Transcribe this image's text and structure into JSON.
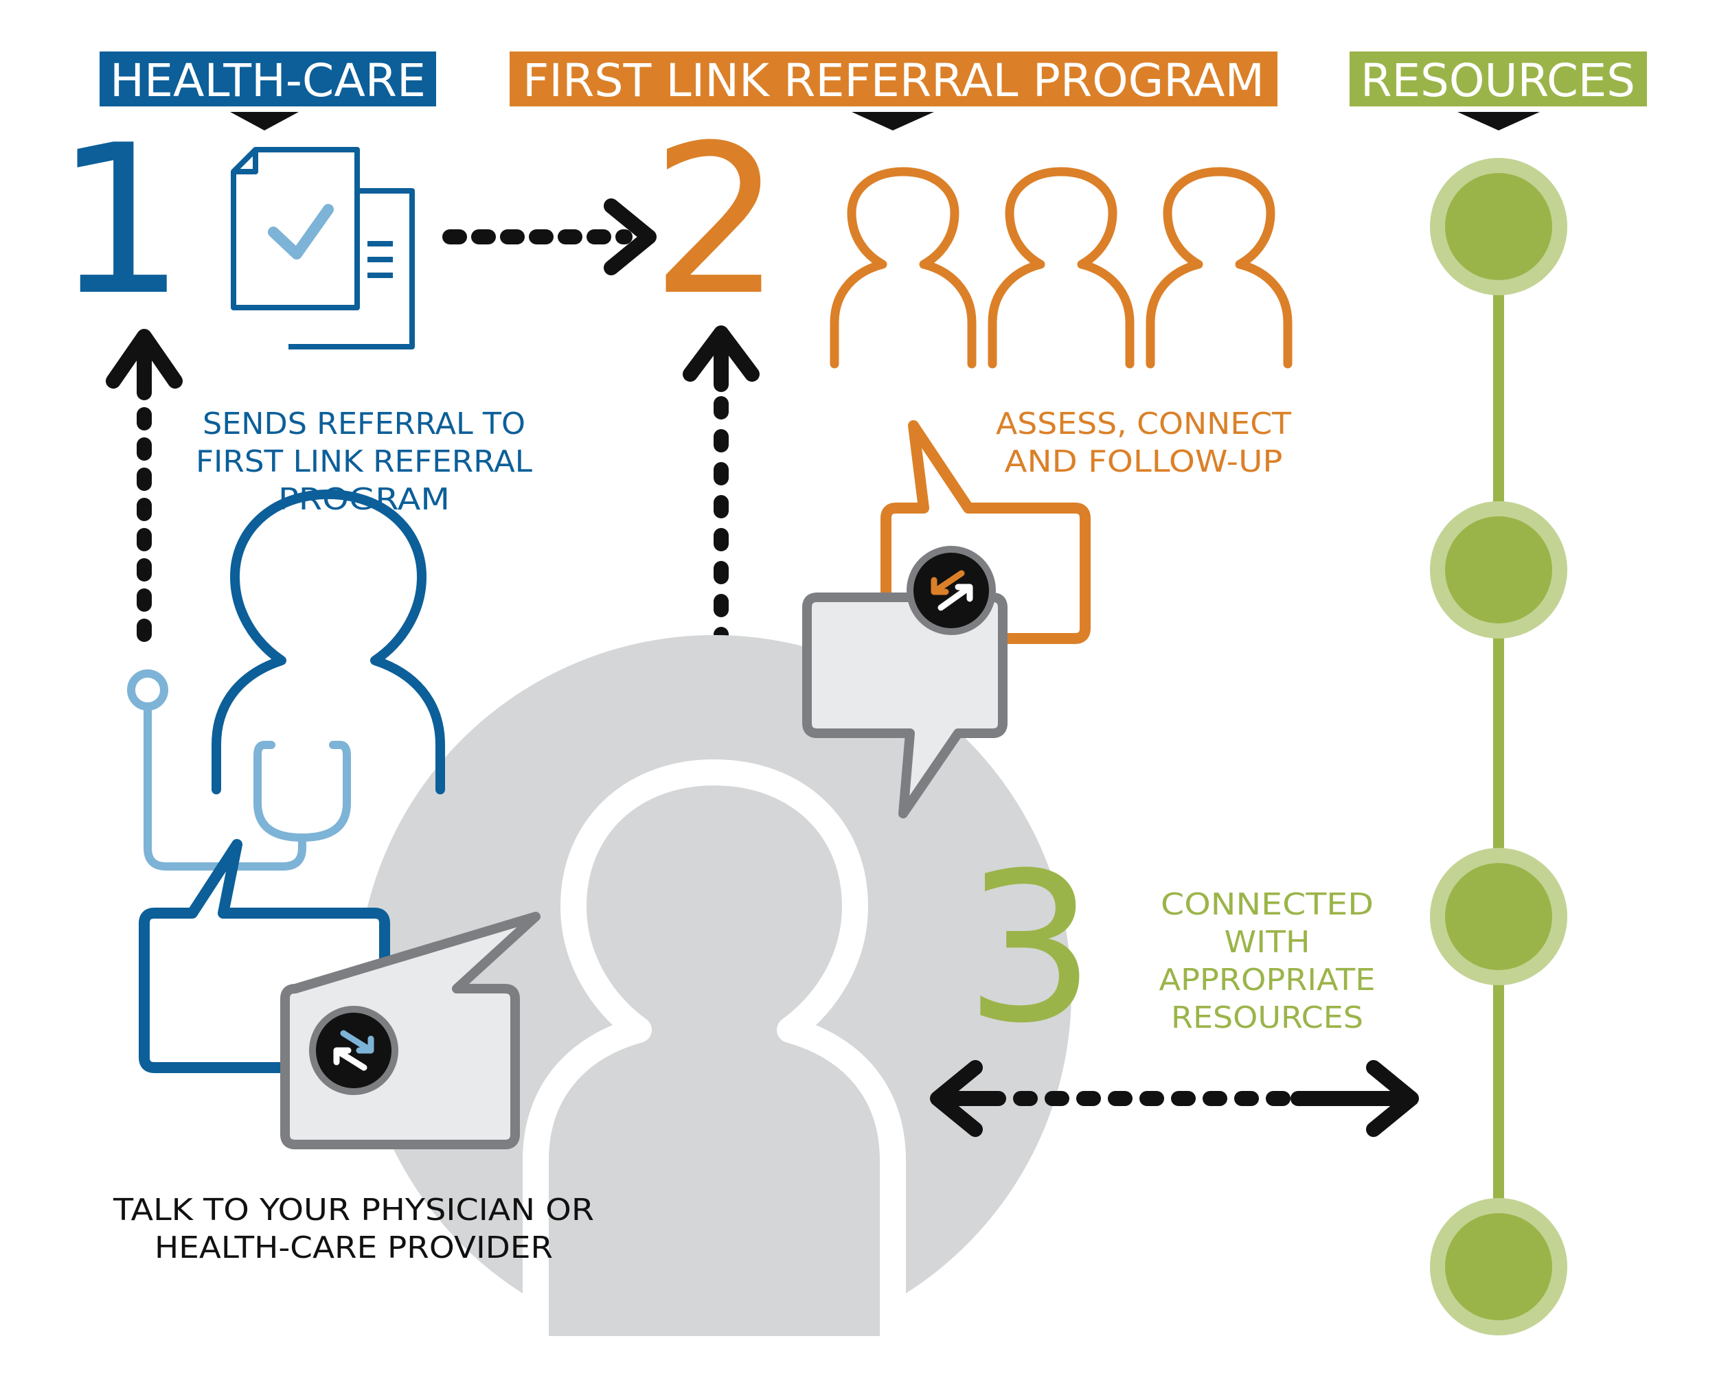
{
  "headers": {
    "health_care": "HEALTH-CARE",
    "first_link": "FIRST LINK REFERRAL PROGRAM",
    "resources": "RESOURCES"
  },
  "steps": {
    "one": "1",
    "two": "2",
    "three": "3"
  },
  "labels": {
    "sends_referral": [
      "SENDS REFERRAL TO",
      "FIRST LINK REFERRAL",
      "PROGRAM"
    ],
    "assess_connect": [
      "ASSESS, CONNECT",
      "AND FOLLOW-UP"
    ],
    "connected_with": [
      "CONNECTED",
      "WITH",
      "APPROPRIATE",
      "RESOURCES"
    ],
    "talk_to": [
      "TALK TO YOUR PHYSICIAN OR",
      "HEALTH-CARE PROVIDER"
    ]
  },
  "colors": {
    "blue": "#0c5f99",
    "light_blue": "#7db3d6",
    "orange": "#db8028",
    "green": "#9bb449",
    "light_green": "#c3d394",
    "gray_circle": "#d5d6d8",
    "gray_bubble": "#e9eaeb",
    "gray_stroke": "#7d7e81",
    "black": "#111111"
  },
  "icons": {
    "document": "document-check-icon",
    "people_group": "people-group-icon",
    "doctor": "doctor-stethoscope-icon",
    "patient": "patient-person-icon",
    "exchange": "exchange-arrows-icon",
    "resource_node": "resource-node-icon"
  }
}
